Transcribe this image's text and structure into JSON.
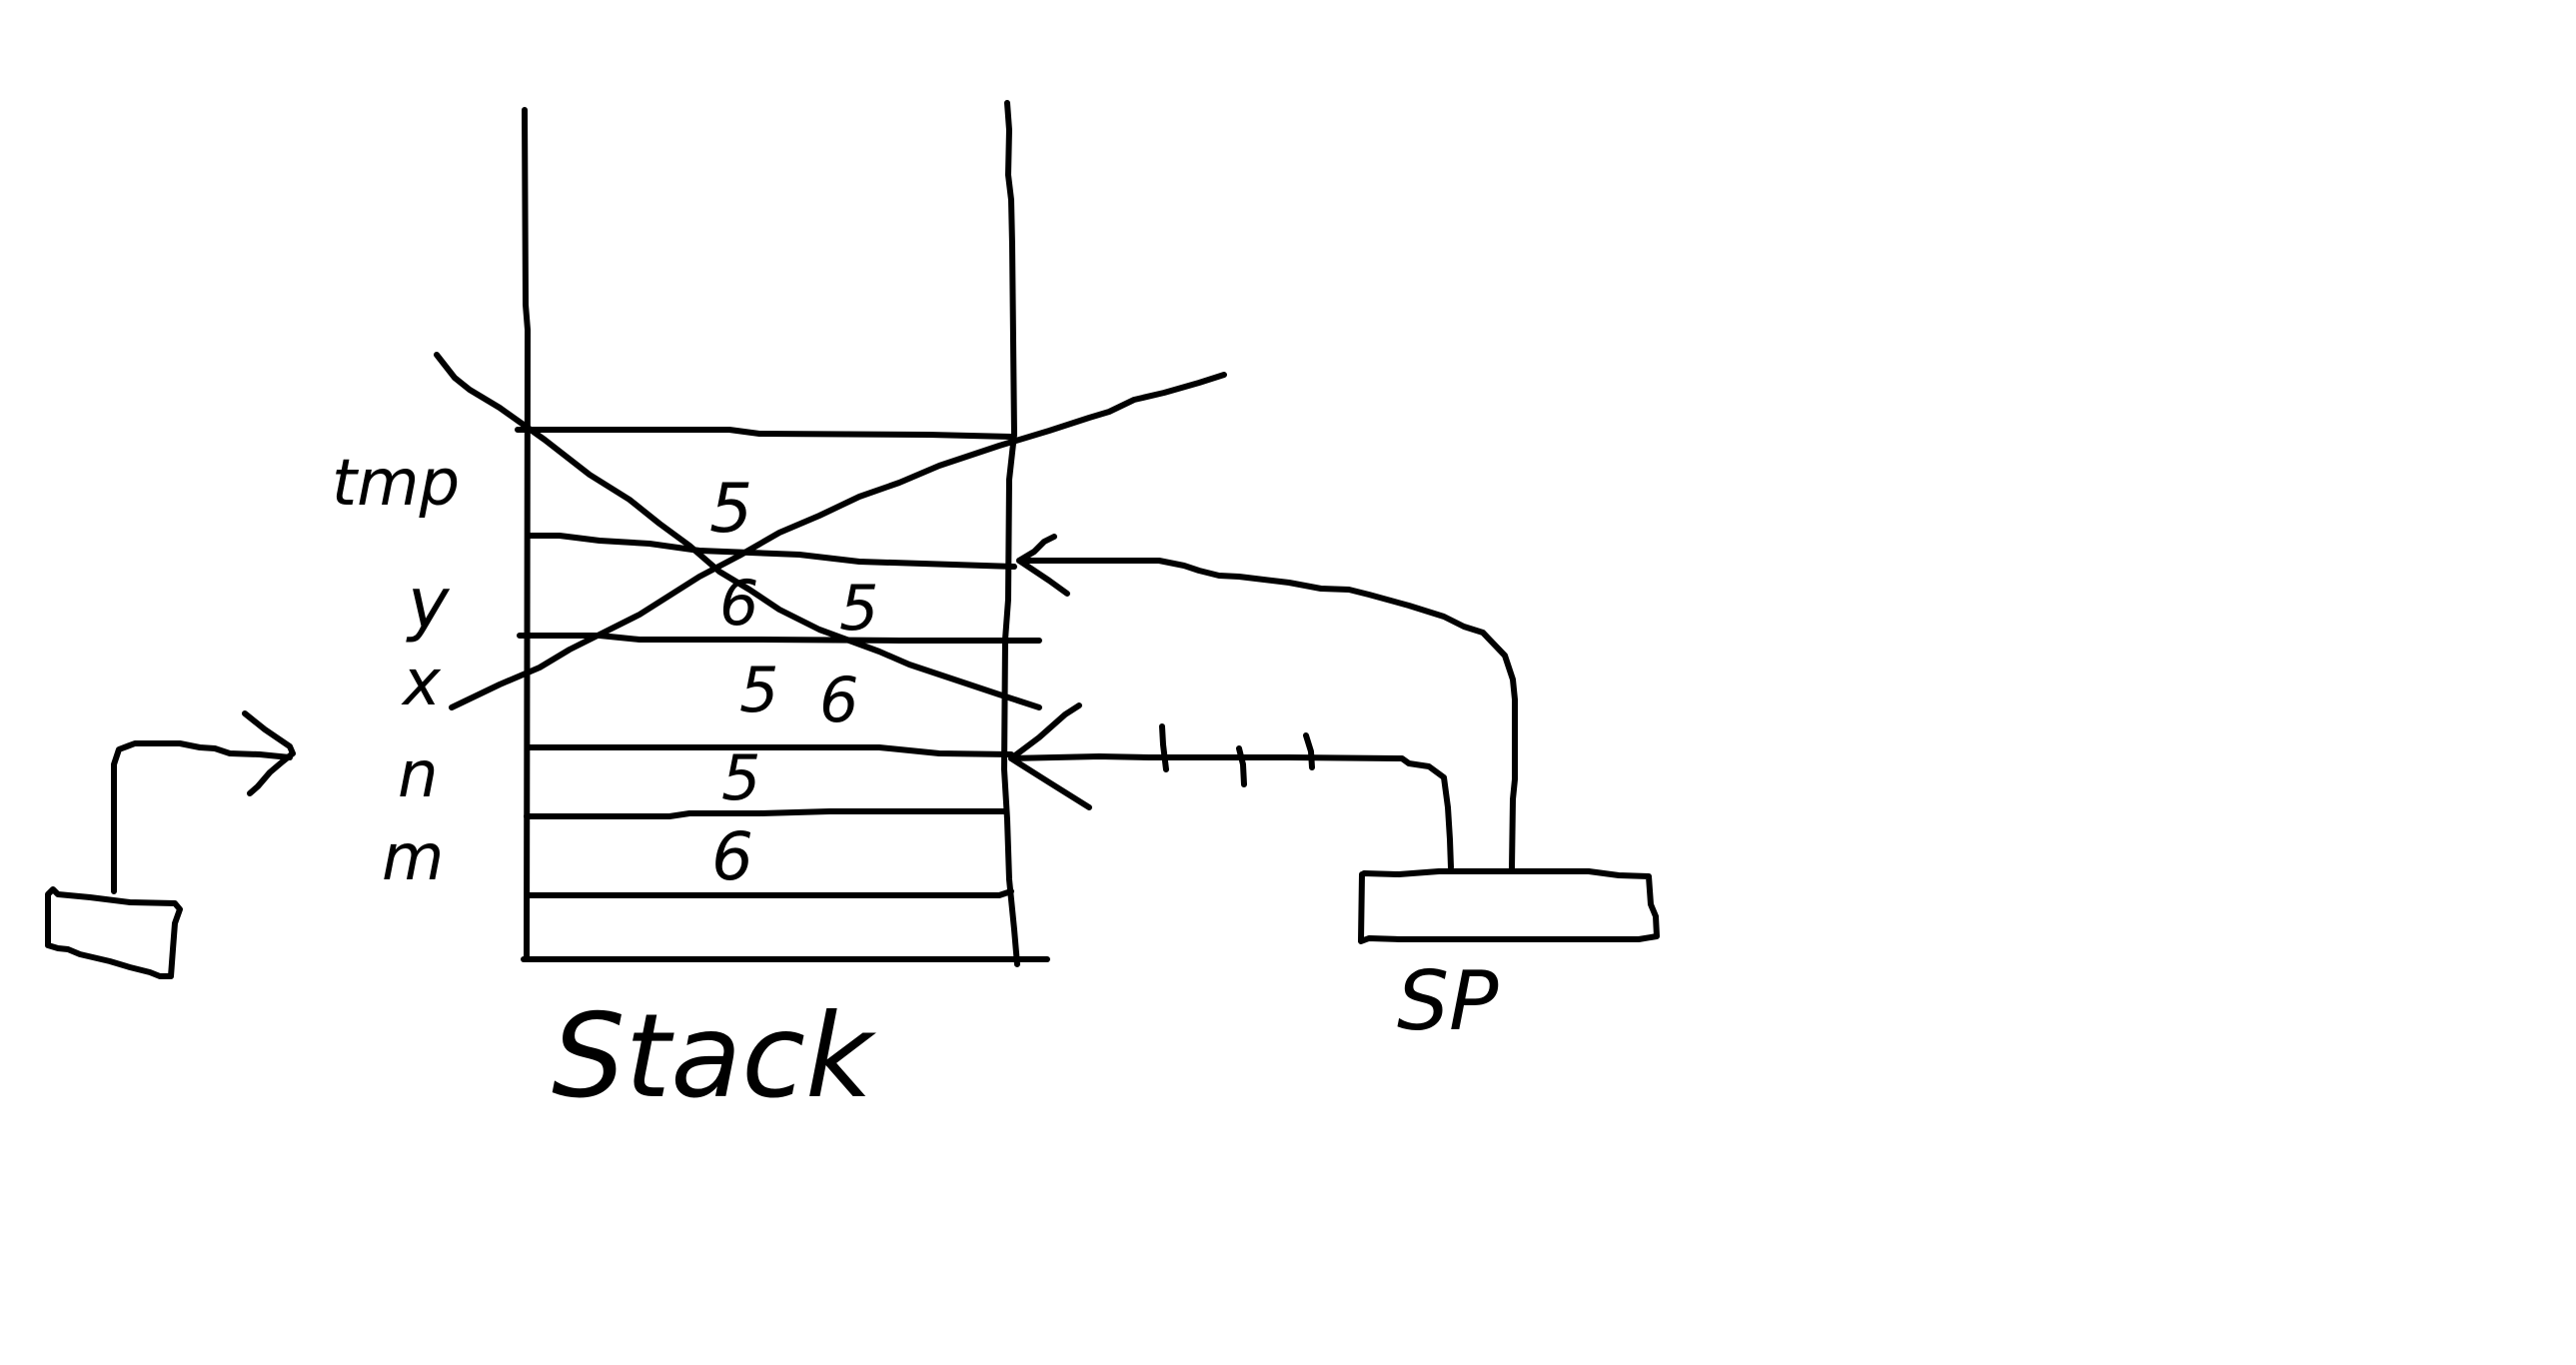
{
  "stack": {
    "caption": "Stack",
    "slot_labels": [
      "tmp",
      "y",
      "x",
      "n",
      "m"
    ],
    "values": {
      "tmp_slot": "5",
      "y_slot_old": "6",
      "y_slot_new": "5",
      "x_slot_old": "5",
      "x_slot_new": "6",
      "n_slot": "5",
      "m_slot": "6"
    }
  },
  "stack_pointer": {
    "label": "SP"
  },
  "colors": {
    "ink": "#000000",
    "background": "#ffffff"
  }
}
